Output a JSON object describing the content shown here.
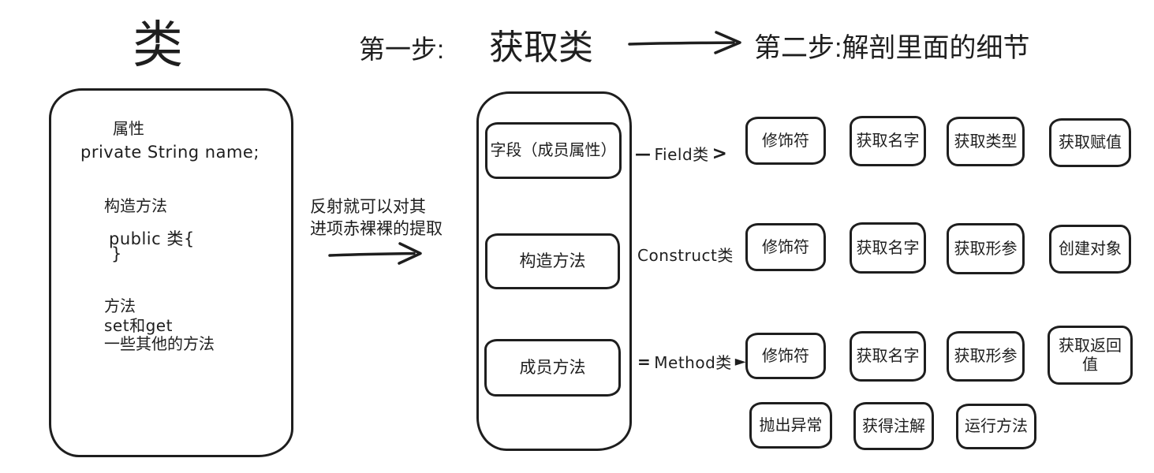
{
  "page": {
    "background": "#ffffff",
    "ink": "#1e1e1e"
  },
  "title": "类",
  "header": {
    "step1": "第一步:",
    "step1_result": "获取类",
    "step2": "第二步:解剖里面的细节"
  },
  "class_box": {
    "attr_heading": "属性",
    "attr_code": "private String name;",
    "ctor_heading": "构造方法",
    "ctor_code1": "public 类{",
    "ctor_code2": "}",
    "method_heading": "方法",
    "method_item1": "set和get",
    "method_item2": "一些其他的方法"
  },
  "reflection_note": {
    "line1": "反射就可以对其",
    "line2": "进项赤裸裸的提取"
  },
  "extract_box": {
    "field": "字段（成员属性）",
    "constructor": "构造方法",
    "method": "成员方法"
  },
  "connectors": {
    "field": {
      "prefix": "—",
      "label": "Field类",
      "arrow": ">"
    },
    "constructor": {
      "prefix": "",
      "label": "Construct类",
      "arrow": ""
    },
    "method": {
      "prefix": "=",
      "label": "Method类",
      "arrow": "►"
    }
  },
  "detail_rows": {
    "field": [
      "修饰符",
      "获取名字",
      "获取类型",
      "获取赋值"
    ],
    "constructor": [
      "修饰符",
      "获取名字",
      "获取形参",
      "创建对象"
    ],
    "method": [
      "修饰符",
      "获取名字",
      "获取形参",
      "获取返回值"
    ],
    "method_extra": [
      "抛出异常",
      "获得注解",
      "运行方法"
    ]
  }
}
